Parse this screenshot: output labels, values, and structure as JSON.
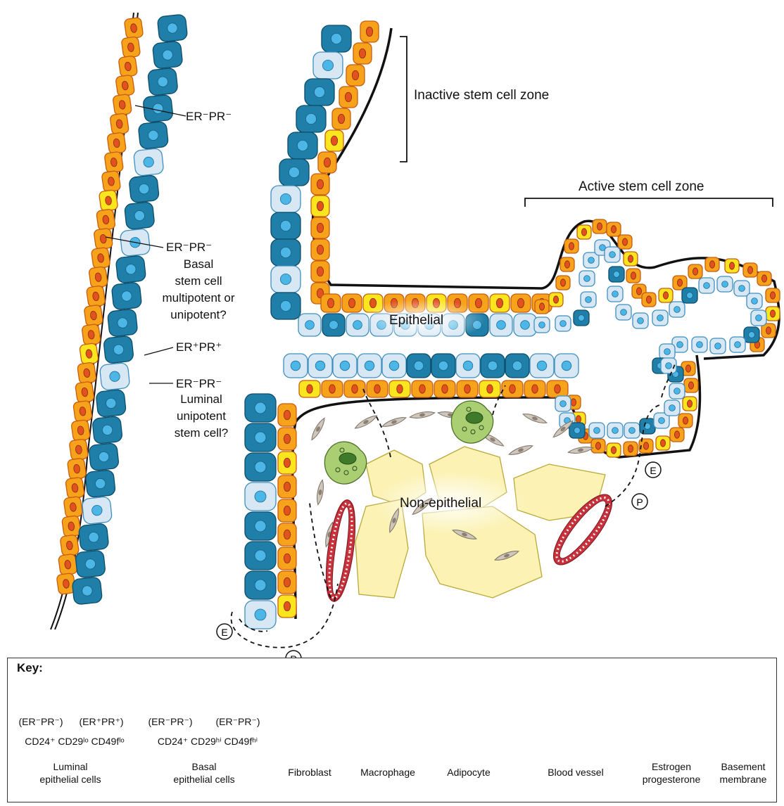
{
  "labels": {
    "inactive_zone": "Inactive stem cell zone",
    "active_zone": "Active stem cell zone",
    "epithelial": "Epithelial",
    "non_epithelial": "Non-epithelial",
    "er_pr_neg_1": "ER⁻PR⁻",
    "er_pr_neg_2": "ER⁻PR⁻",
    "basal_q1": "Basal",
    "basal_q2": "stem cell",
    "basal_q3": "multipotent or",
    "basal_q4": "unipotent?",
    "er_pr_pos": "ER⁺PR⁺",
    "er_pr_neg_3": "ER⁻PR⁻",
    "lum_q1": "Luminal",
    "lum_q2": "unipotent",
    "lum_q3": "stem cell?",
    "estrogen_symbol": "E",
    "progesterone_symbol": "P"
  },
  "key": {
    "title": "Key:",
    "luminal_dark_receptor": "(ER⁻PR⁻)",
    "luminal_light_receptor": "(ER⁺PR⁺)",
    "basal_orange_receptor": "(ER⁻PR⁻)",
    "basal_yellow_receptor": "(ER⁻PR⁻)",
    "luminal_markers": "CD24⁺ CD29ˡᵒ CD49fˡᵒ",
    "basal_markers": "CD24⁺ CD29ʰⁱ CD49fʰⁱ",
    "luminal_name_1": "Luminal",
    "luminal_name_2": "epithelial cells",
    "basal_name_1": "Basal",
    "basal_name_2": "epithelial cells",
    "fibroblast": "Fibroblast",
    "macrophage": "Macrophage",
    "adipocyte": "Adipocyte",
    "blood_vessel": "Blood vessel",
    "estrogen_1": "Estrogen",
    "estrogen_2": "progesterone",
    "membrane_1": "Basement",
    "membrane_2": "membrane"
  },
  "colors": {
    "luminal_dark": "#1f7fa8",
    "luminal_light": "#d7e7f3",
    "nucleus_blue": "#4cb6e6",
    "basal_orange": "#f7a21b",
    "basal_yellow": "#fbe51f",
    "nucleus_red": "#e2521e",
    "adipocyte": "#fbf2b3",
    "macrophage": "#a9cf72",
    "vessel": "#c8323c",
    "fibroblast": "#a99f93"
  }
}
